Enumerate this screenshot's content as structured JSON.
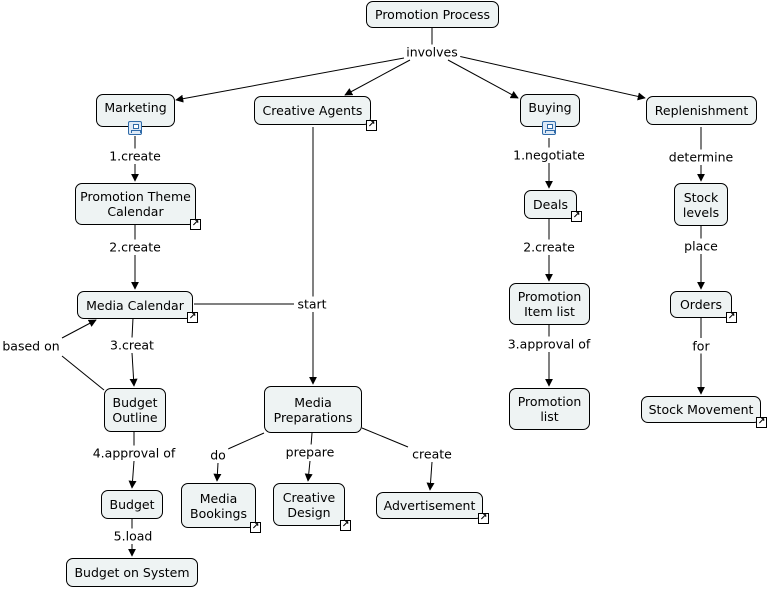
{
  "concepts": {
    "promotion_process": "Promotion Process",
    "marketing": "Marketing",
    "creative_agents": "Creative Agents",
    "buying": "Buying",
    "replenishment": "Replenishment",
    "promotion_theme_calendar": "Promotion Theme Calendar",
    "media_calendar": "Media Calendar",
    "budget_outline": "Budget Outline",
    "budget": "Budget",
    "budget_on_system": "Budget on System",
    "media_preparations": "Media Preparations",
    "media_bookings": "Media Bookings",
    "creative_design": "Creative Design",
    "advertisement": "Advertisement",
    "deals": "Deals",
    "promotion_item_list": "Promotion Item list",
    "promotion_list": "Promotion list",
    "stock_levels": "Stock levels",
    "orders": "Orders",
    "stock_movement": "Stock Movement"
  },
  "links": {
    "involves": "involves",
    "create_1": "1.create",
    "create_2": "2.create",
    "creat_3": "3.creat",
    "approval_4": "4.approval of",
    "load_5": "5.load",
    "based_on": "based on",
    "start": "start",
    "do": "do",
    "prepare": "prepare",
    "create": "create",
    "negotiate_1": "1.negotiate",
    "create_2_buying": "2.create",
    "approval_3": "3.approval of",
    "determine": "determine",
    "place": "place",
    "for": "for"
  }
}
